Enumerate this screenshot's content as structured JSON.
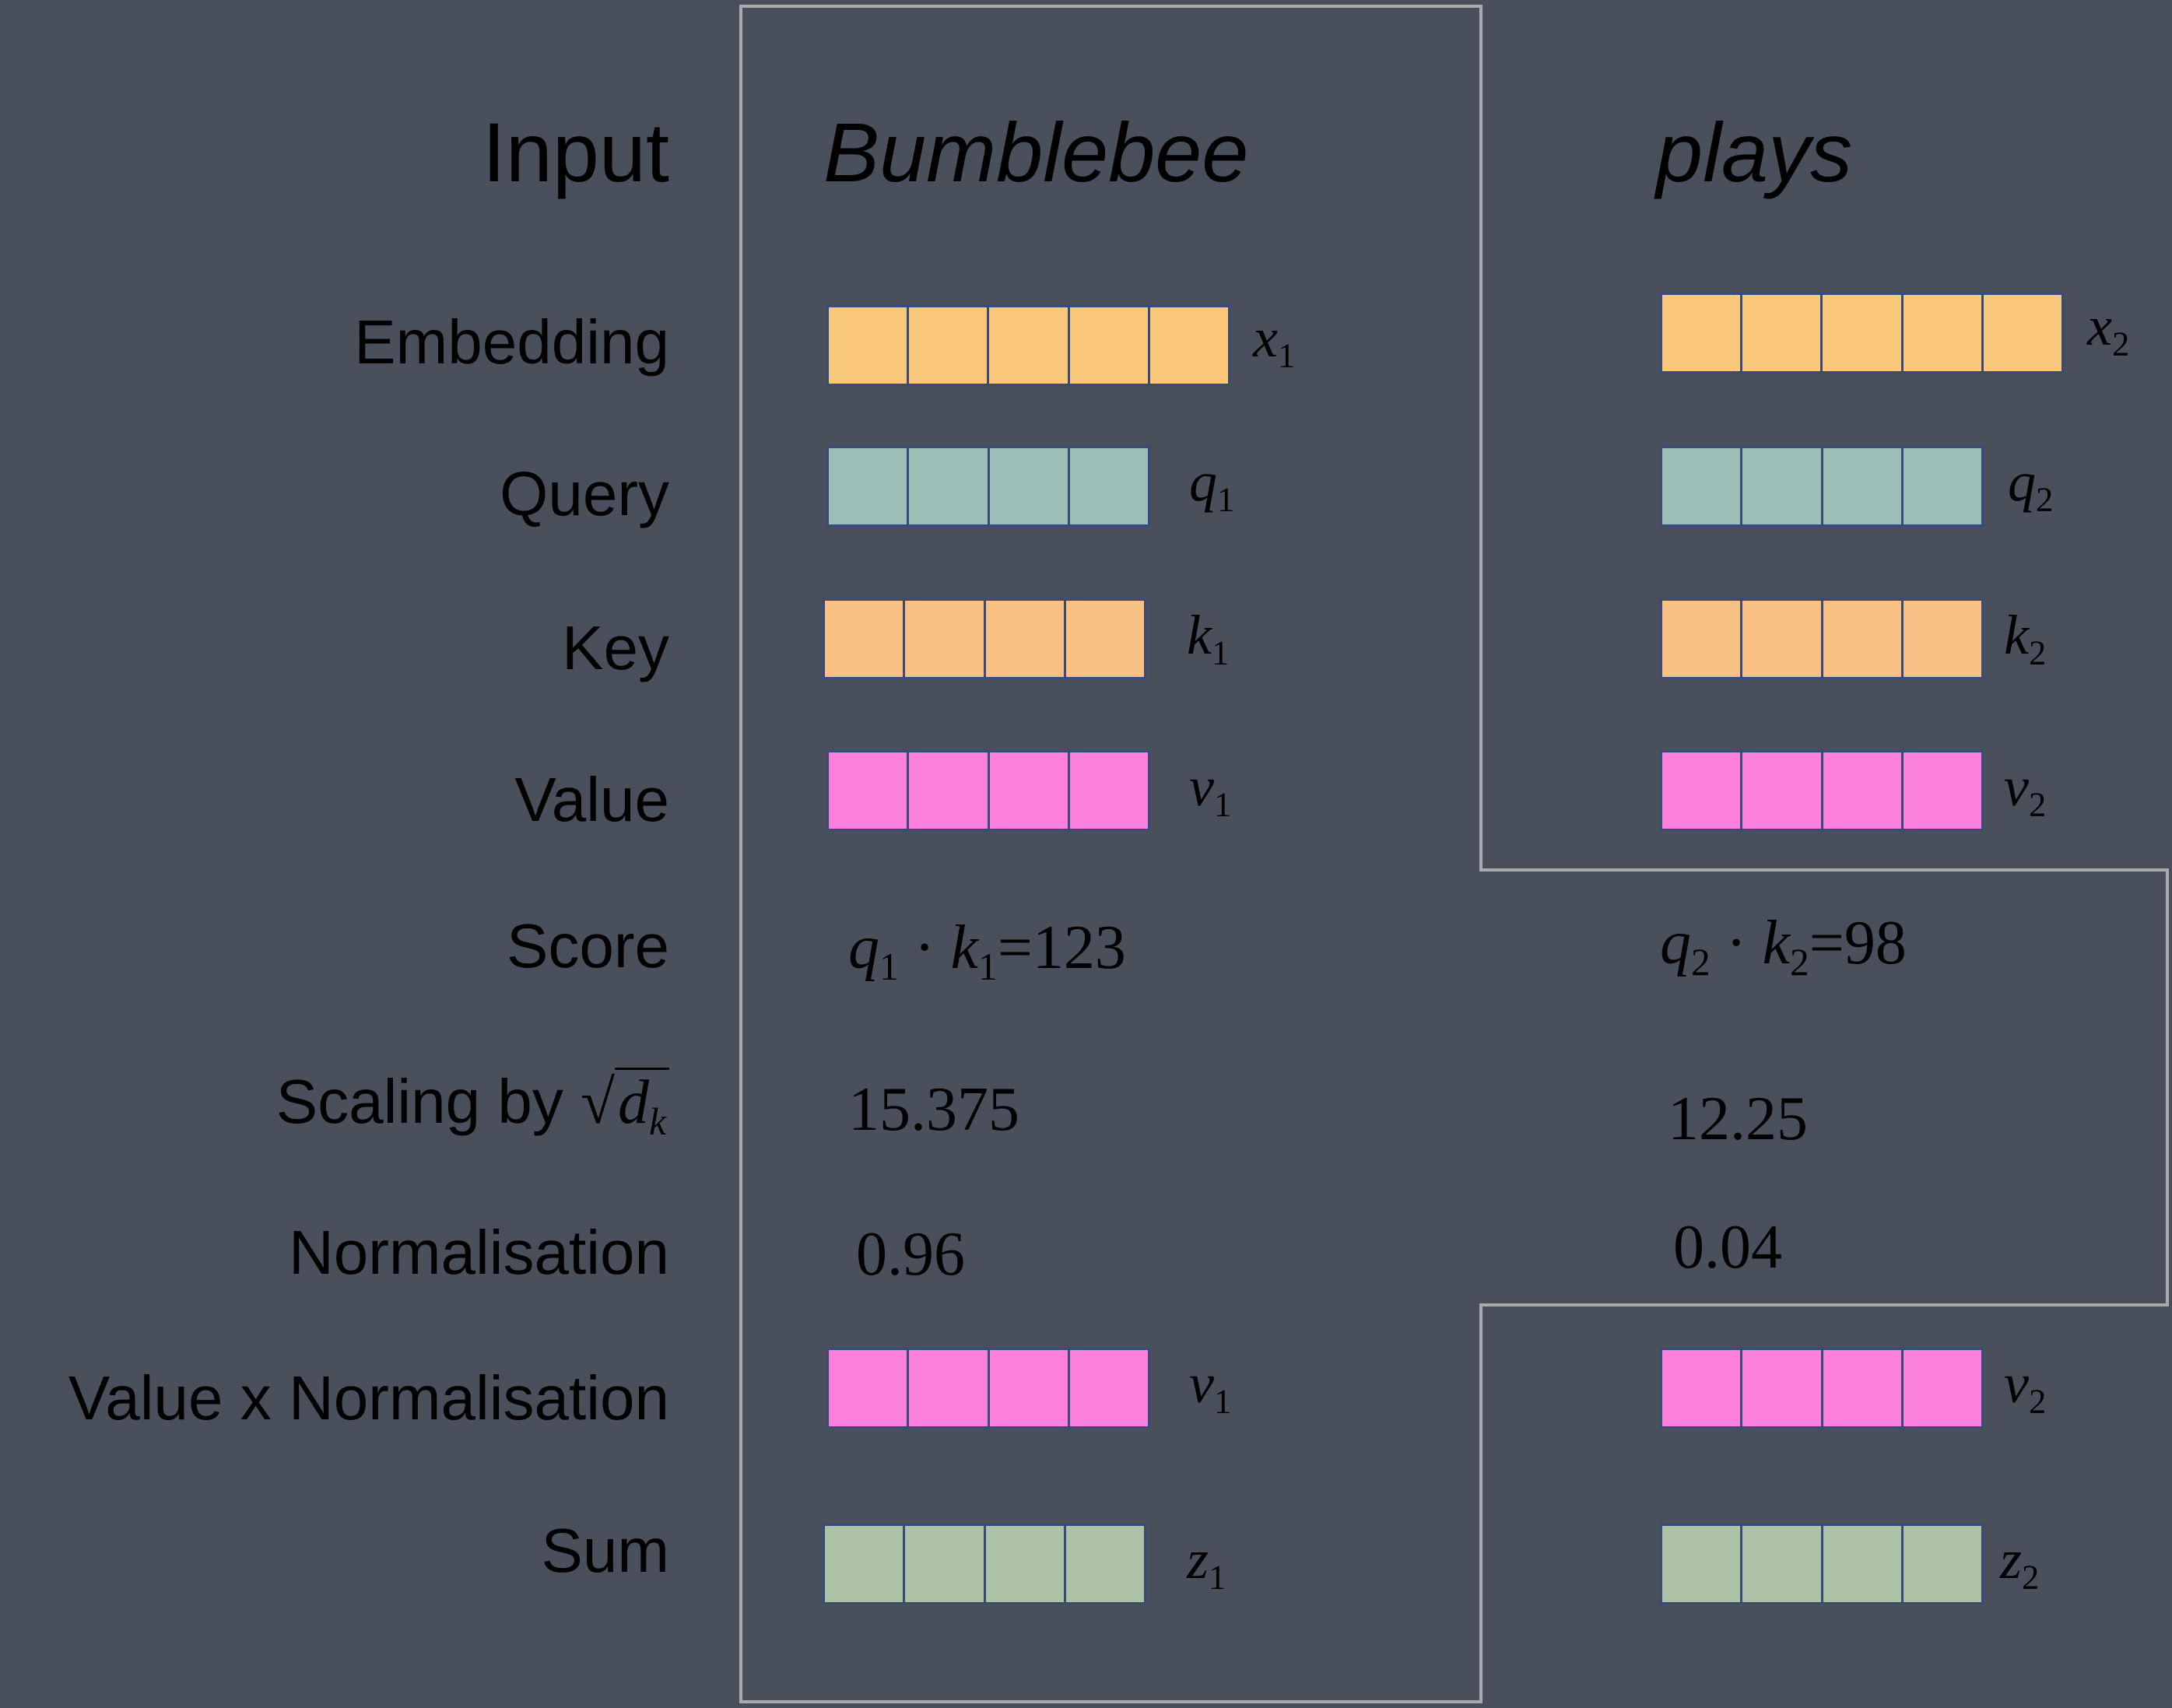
{
  "header": {
    "input_label": "Input",
    "token1": "Bumblebee",
    "token2": "plays"
  },
  "rows": {
    "embedding": "Embedding",
    "query": "Query",
    "key": "Key",
    "value": "Value",
    "score": "Score",
    "scaling": "Scaling by",
    "scaling_sym": "d",
    "scaling_sub": "k",
    "normalisation": "Normalisation",
    "value_x_norm": "Value x Normalisation",
    "sum": "Sum"
  },
  "token1": {
    "x": {
      "sym": "x",
      "sub": "1"
    },
    "q": {
      "sym": "q",
      "sub": "1"
    },
    "k": {
      "sym": "k",
      "sub": "1"
    },
    "v": {
      "sym": "v",
      "sub": "1"
    },
    "score": {
      "q": "q",
      "qsub": "1",
      "dot": "·",
      "k": "k",
      "ksub": "1",
      "value": "=123"
    },
    "scaled": "15.375",
    "softmax": "0.96",
    "wv": {
      "sym": "v",
      "sub": "1"
    },
    "z": {
      "sym": "z",
      "sub": "1"
    }
  },
  "token2": {
    "x": {
      "sym": "x",
      "sub": "2"
    },
    "q": {
      "sym": "q",
      "sub": "2"
    },
    "k": {
      "sym": "k",
      "sub": "2"
    },
    "v": {
      "sym": "v",
      "sub": "2"
    },
    "score": {
      "q": "q",
      "qsub": "2",
      "dot": "·",
      "k": "k",
      "ksub": "2",
      "value": "=98"
    },
    "scaled": "12.25",
    "softmax": "0.04",
    "wv": {
      "sym": "v",
      "sub": "2"
    },
    "z": {
      "sym": "z",
      "sub": "2"
    }
  },
  "colors": {
    "background": "#4a505b",
    "embedding": "#f9c87b",
    "query": "#9bbfb7",
    "key": "#f8c083",
    "value": "#fb80dc",
    "sum": "#adc1a7",
    "outline": "#a8aaae",
    "cell_border": "#3a4a78"
  }
}
